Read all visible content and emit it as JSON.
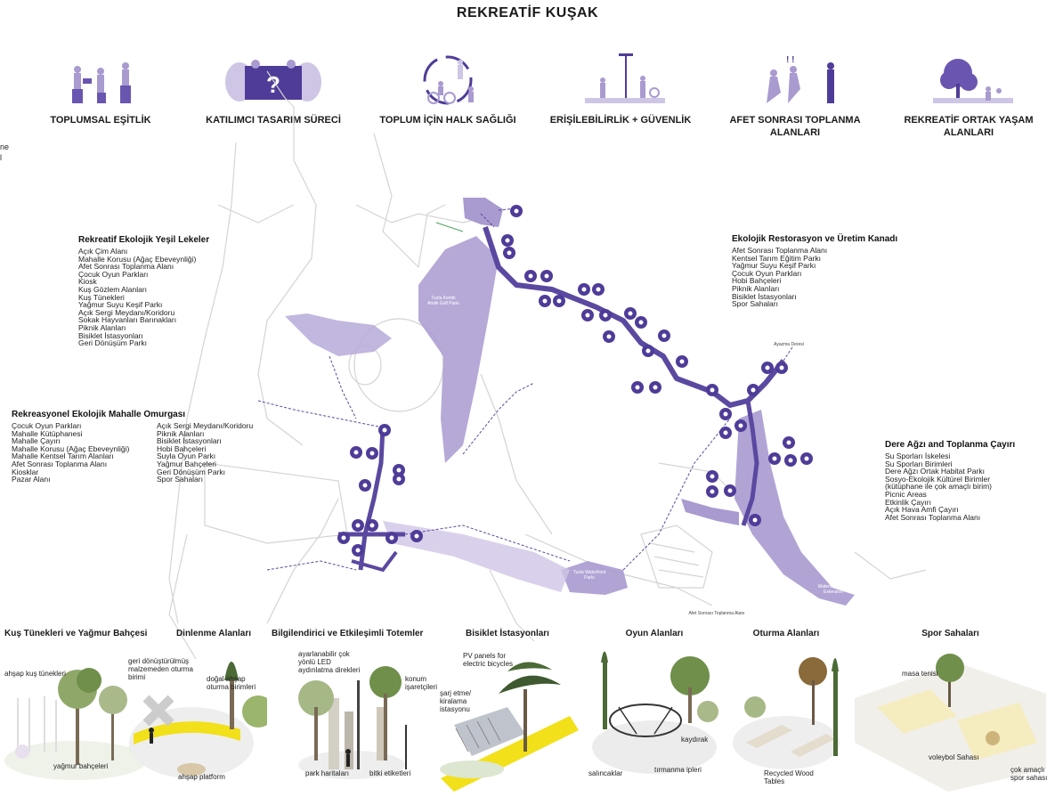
{
  "title": "REKREATİF KUŞAK",
  "goals": [
    {
      "label": "TOPLUMSAL EŞİTLİK",
      "icon": "people-equity-icon"
    },
    {
      "label": "KATILIMCI TASARIM SÜRECİ",
      "icon": "participation-question-icon"
    },
    {
      "label": "TOPLUM İÇİN HALK SAĞLIĞI",
      "icon": "public-health-icon"
    },
    {
      "label": "ERİŞİLEBİLİRLİK + GÜVENLİK",
      "icon": "accessibility-safety-icon"
    },
    {
      "label": "AFET SONRASI TOPLANMA ALANLARI",
      "icon": "disaster-assembly-icon"
    },
    {
      "label": "REKREATİF ORTAK YAŞAM ALANLARI",
      "icon": "recreational-commons-icon"
    }
  ],
  "edge_text": {
    "line1": "ne",
    "line2": "l"
  },
  "blocks": {
    "yesil_lekeler": {
      "title": "Rekreatif Ekolojik Yeşil Lekeler",
      "items": [
        "Açık Çim Alanı",
        "Mahalle Korusu (Ağaç Ebeveynliği)",
        "Afet Sonrası Toplanma Alanı",
        "Çocuk Oyun Parkları",
        "Kiosk",
        "Kuş Gözlem Alanları",
        "Kuş Tünekleri",
        "Yağmur Suyu Keşif Parkı",
        "Açık Sergi Meydanı/Koridoru",
        "Sokak Hayvanları Barınakları",
        "Piknik Alanları",
        "Bisiklet İstasyonları",
        "Geri Dönüşüm Parkı"
      ]
    },
    "mahalle_omurgasi": {
      "title": "Rekreasyonel Ekolojik Mahalle Omurgası",
      "col1": [
        "Çocuk Oyun Parkları",
        "Mahalle Kütüphanesi",
        "Mahalle Çayırı",
        "Mahalle Korusu (Ağaç Ebeveynliği)",
        "Mahalle Kentsel Tarım Alanları",
        "Afet Sonrası Toplanma Alanı",
        "Kiosklar",
        "Pazar Alanı"
      ],
      "col2": [
        "Açık Sergi Meydanı/Koridoru",
        "Piknik Alanları",
        "Bisiklet İstasyonları",
        "Hobi Bahçeleri",
        "Suyla Oyun Parkı",
        "Yağmur Bahçeleri",
        "Geri Dönüşüm Parkı",
        "Spor Sahaları"
      ]
    },
    "restorasyon": {
      "title": "Ekolojik Restorasyon ve Üretim Kanadı",
      "items": [
        "Afet Sonrası Toplanma Alanı",
        "Kentsel Tarım Eğitim Parkı",
        "Yağmur Suyu Keşif Parkı",
        "Çocuk Oyun Parkları",
        "Hobi Bahçeleri",
        "Piknik Alanları",
        "Bisiklet İstasyonları",
        "Spor Sahaları"
      ]
    },
    "dere_agzi": {
      "title": "Dere Ağzı and Toplanma Çayırı",
      "items": [
        "Su Sporları İskelesi",
        "Su Sporları Birimleri",
        "Dere Ağzı Ortak Habitat Parkı",
        "Sosyo-Ekolojik Kültürel Birimler",
        "(kütüphane ile çok amaçlı birim)",
        "Picnic Areas",
        "Etkinlik Çayırı",
        "Açık Hava Amfi Çayırı",
        "Afet Sonrası Toplanma Alanı"
      ]
    }
  },
  "map_labels": {
    "golf": "Tuzla Kemik Atolik Golf Parkı",
    "waterfront": "Tuzla Waterfront Parkı",
    "dere": "Afet Sonrası Toplanma Alanı",
    "mouth": "Waterfront Park Extension",
    "top_right": "Ayazma Deresi"
  },
  "vignettes": [
    {
      "title": "Kuş Tünekleri ve Yağmur Bahçesi",
      "notes": [
        "ahşap kuş tünekleri",
        "yağmur bahçeleri"
      ]
    },
    {
      "title": "Dinlenme Alanları",
      "notes": [
        "geri dönüştürülmüş malzemeden oturma birimi",
        "doğal ahşap oturma birimleri",
        "ahşap platform"
      ]
    },
    {
      "title": "Bilgilendirici ve Etkileşimli Totemler",
      "notes": [
        "ayarlanabilir çok yönlü LED aydınlatma direkleri",
        "konum işaretçileri",
        "park haritaları",
        "bitki etiketleri"
      ]
    },
    {
      "title": "Bisiklet İstasyonları",
      "notes": [
        "PV panels for electric bicycles",
        "şarj etme/ kiralama istasyonu"
      ]
    },
    {
      "title": "Oyun Alanları",
      "notes": [
        "kaydırak",
        "salıncaklar",
        "tırmanma ipleri"
      ]
    },
    {
      "title": "Oturma Alanları",
      "notes": [
        "Recycled Wood Tables"
      ]
    },
    {
      "title": "Spor Sahaları",
      "notes": [
        "masa tenisi",
        "voleybol Sahası",
        "çok amaçlı spor sahası"
      ]
    }
  ],
  "colors": {
    "accent": "#5b48a0",
    "light": "#a99ad0",
    "pale": "#cfc6e6",
    "yellow": "#f2e01a"
  }
}
